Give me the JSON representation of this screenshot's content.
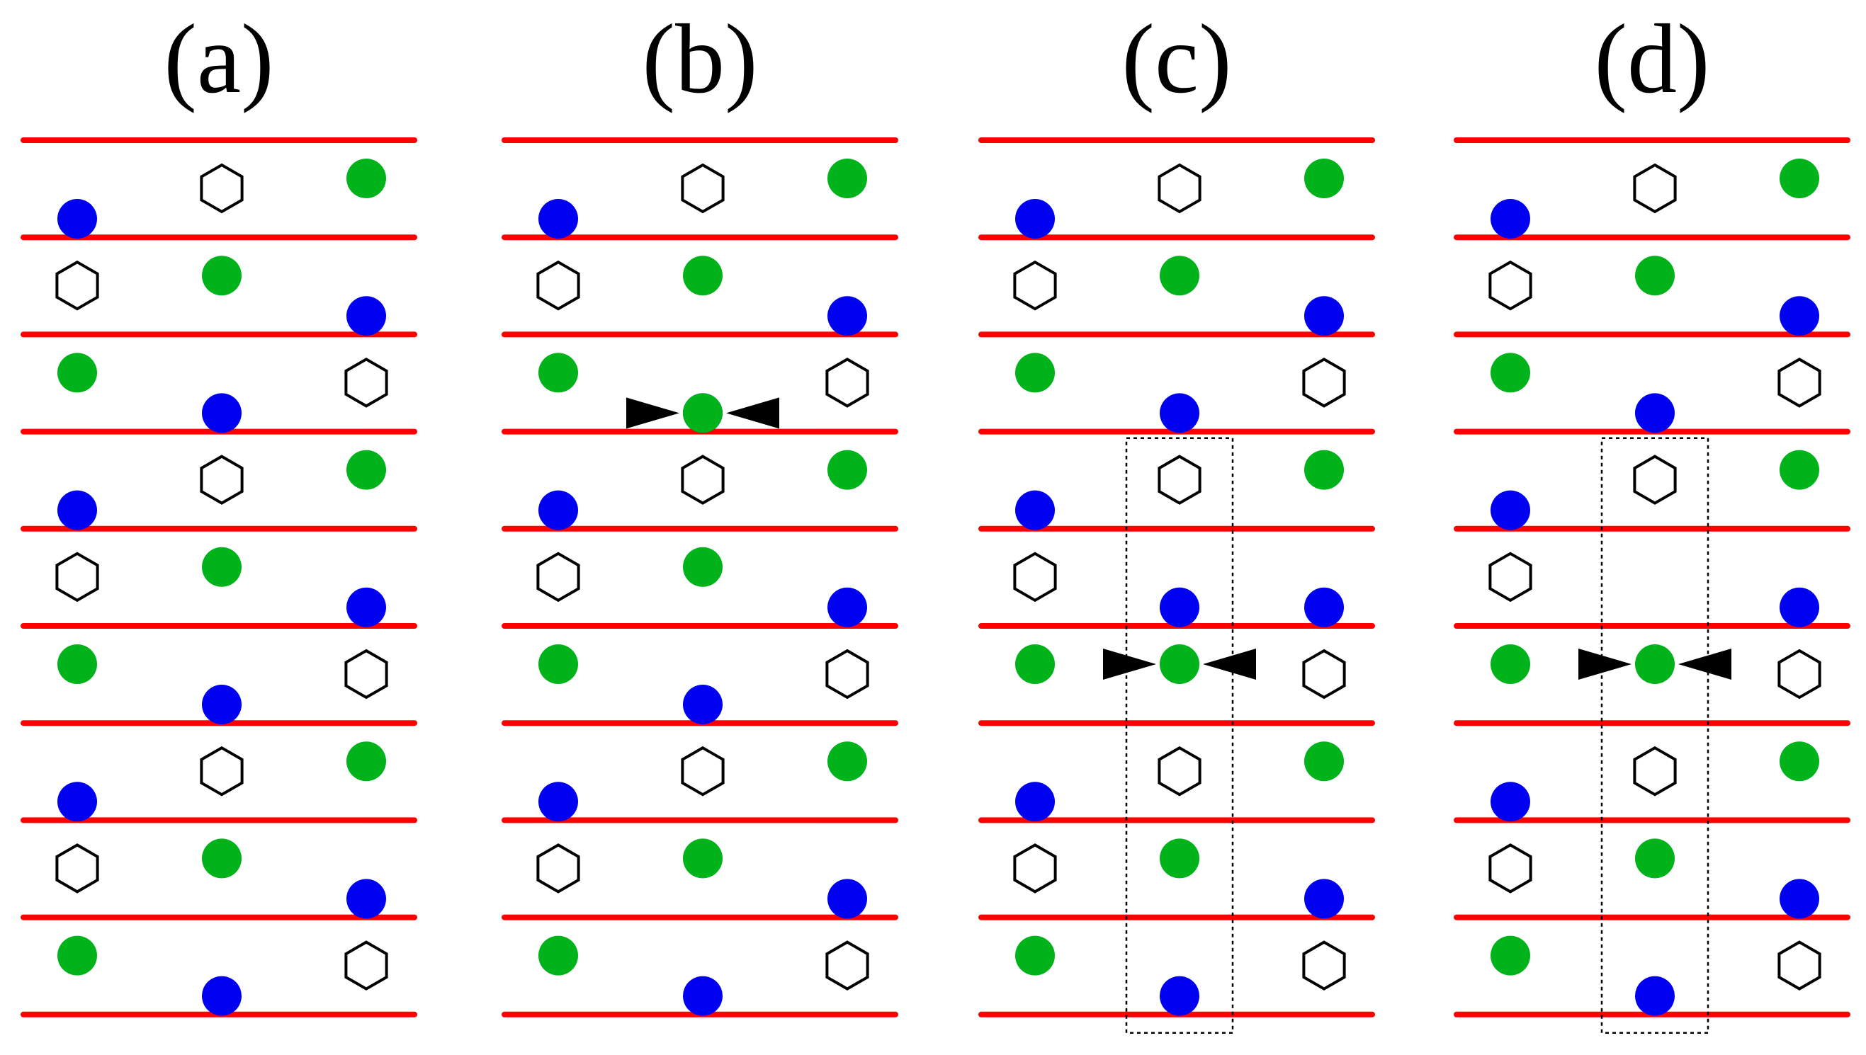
{
  "colors": {
    "line": "#ff0000",
    "blue_atom": "#0000f0",
    "green_atom": "#00b31a",
    "hexagon_outline": "#000000",
    "arrow": "#000000"
  },
  "panels": [
    {
      "label": "(a)",
      "arrows": false,
      "dashed_box": false,
      "variant": "regular"
    },
    {
      "label": "(b)",
      "arrows": true,
      "dashed_box": false,
      "variant": "regular"
    },
    {
      "label": "(c)",
      "arrows": true,
      "dashed_box": true,
      "variant": "defect"
    },
    {
      "label": "(d)",
      "arrows": true,
      "dashed_box": true,
      "variant": "vacancy"
    }
  ],
  "stacking": {
    "layers": 9,
    "regular_pattern": [
      [
        "blue",
        "hexagon",
        "green"
      ],
      [
        "hexagon",
        "green",
        "blue"
      ],
      [
        "green",
        "blue",
        "hexagon"
      ]
    ],
    "defect_middle_column": [
      "hexagon",
      "green",
      "blue",
      "hexagon",
      "blue",
      "green",
      "hexagon",
      "green",
      "blue"
    ],
    "vacancy_middle_column": [
      "hexagon",
      "green",
      "blue",
      "hexagon",
      "empty",
      "green",
      "hexagon",
      "green",
      "blue"
    ]
  }
}
